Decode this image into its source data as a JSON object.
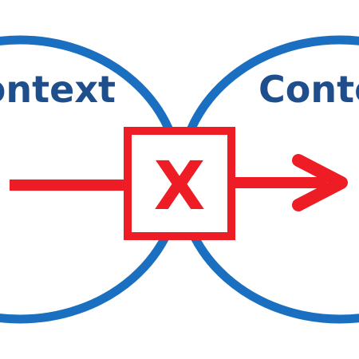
{
  "diagram": {
    "left_label": "Context",
    "right_label": "Context",
    "box_label": "X"
  },
  "colors": {
    "circle": "#1b6fc0",
    "label": "#1f4e8c",
    "arrow": "#ee1c24",
    "box": "#ee1c24",
    "background": "#ffffff"
  }
}
